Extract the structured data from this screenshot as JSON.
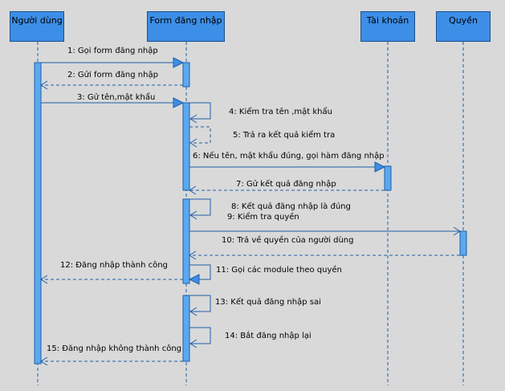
{
  "lifelines": [
    {
      "id": "user",
      "label": "Người dùng"
    },
    {
      "id": "form",
      "label": "Form đăng nhập"
    },
    {
      "id": "account",
      "label": "Tài khoản"
    },
    {
      "id": "role",
      "label": "Quyền"
    }
  ],
  "messages": [
    {
      "label": "1: Gọi form đăng nhập",
      "from": "user",
      "to": "form",
      "kind": "call"
    },
    {
      "label": "2: Gửi form  đăng nhập",
      "from": "form",
      "to": "user",
      "kind": "return"
    },
    {
      "label": "3: Gử tên,mật khẩu",
      "from": "user",
      "to": "form",
      "kind": "call"
    },
    {
      "label": "4: Kiểm tra tên ,mật khẩu",
      "from": "form",
      "to": "form",
      "kind": "self-call"
    },
    {
      "label": "5: Trả ra kết quả kiểm tra",
      "from": "form",
      "to": "form",
      "kind": "self-return"
    },
    {
      "label": "6: Nếu tên, mật khẩu đúng, gọi hàm đăng nhập",
      "from": "form",
      "to": "account",
      "kind": "call"
    },
    {
      "label": "7: Gử kết quả đăng nhập",
      "from": "account",
      "to": "form",
      "kind": "return"
    },
    {
      "label": "8: Kết quả đăng nhập là đúng",
      "from": "form",
      "to": "form",
      "kind": "self-call"
    },
    {
      "label": "9: Kiểm tra quyền",
      "from": "form",
      "to": "role",
      "kind": "call"
    },
    {
      "label": "10: Trả về quyền của người dùng",
      "from": "role",
      "to": "form",
      "kind": "return"
    },
    {
      "label": "11: Gọi các module theo quyền",
      "from": "form",
      "to": "form",
      "kind": "self-call"
    },
    {
      "label": "12: Đăng nhập thành công",
      "from": "form",
      "to": "user",
      "kind": "return"
    },
    {
      "label": "13: Kết quả đăng nhập sai",
      "from": "form",
      "to": "form",
      "kind": "self-call"
    },
    {
      "label": "14: Bắt đăng nhập lại",
      "from": "form",
      "to": "form",
      "kind": "self-call"
    },
    {
      "label": "15: Đăng nhập không thành công",
      "from": "form",
      "to": "user",
      "kind": "return"
    }
  ],
  "colors": {
    "actor_fill": "#3d8ee6",
    "activation_fill": "#5aa9f0",
    "line": "#1f5fa8",
    "background": "#d9d9d9"
  }
}
